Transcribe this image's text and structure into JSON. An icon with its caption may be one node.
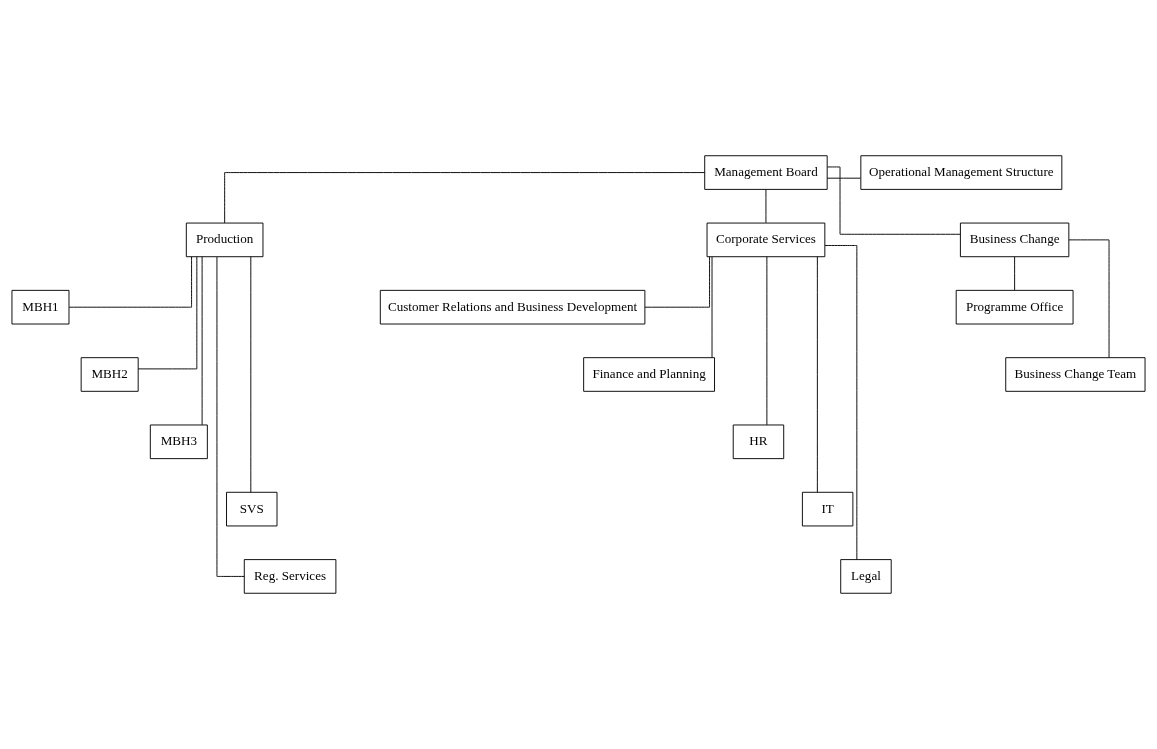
{
  "diagram": {
    "nodes": [
      {
        "text": [
          "Management Board"
        ]
      },
      {
        "text": [
          "Operational Management Structure"
        ]
      },
      {
        "text": [
          "Production"
        ]
      },
      {
        "text": [
          "Corporate Services"
        ]
      },
      {
        "text": [
          "Business Change"
        ]
      },
      {
        "text": [
          "MBH1"
        ]
      },
      {
        "text": [
          "MBH2"
        ]
      },
      {
        "text": [
          "MBH3"
        ]
      },
      {
        "text": [
          "SVS"
        ]
      },
      {
        "text": [
          "Reg. Services"
        ]
      },
      {
        "text": [
          "Customer Relations and Business Development"
        ]
      },
      {
        "text": [
          "Finance and Planning"
        ]
      },
      {
        "text": [
          "HR"
        ]
      },
      {
        "text": [
          "IT"
        ]
      },
      {
        "text": [
          "Legal"
        ]
      },
      {
        "text": [
          "Programme Office"
        ]
      },
      {
        "text": [
          "Business Change Team"
        ]
      }
    ],
    "edges": [
      {
        "from": 0,
        "to": 1,
        "arrow": "none"
      },
      {
        "from": 0,
        "to": 2,
        "arrow": "none"
      },
      {
        "from": 0,
        "to": 3,
        "arrow": "none"
      },
      {
        "from": 0,
        "to": 4,
        "arrow": "none"
      },
      {
        "from": 2,
        "to": 5,
        "arrow": "none"
      },
      {
        "from": 2,
        "to": 6,
        "arrow": "none"
      },
      {
        "from": 2,
        "to": 7,
        "arrow": "none"
      },
      {
        "from": 2,
        "to": 8,
        "arrow": "none"
      },
      {
        "from": 2,
        "to": 9,
        "arrow": "none"
      },
      {
        "from": 3,
        "to": 10,
        "arrow": "none"
      },
      {
        "from": 3,
        "to": 11,
        "arrow": "none"
      },
      {
        "from": 3,
        "to": 12,
        "arrow": "none"
      },
      {
        "from": 3,
        "to": 13,
        "arrow": "none"
      },
      {
        "from": 3,
        "to": 14,
        "arrow": "none"
      },
      {
        "from": 4,
        "to": 15,
        "arrow": "none"
      },
      {
        "from": 4,
        "to": 16,
        "arrow": "none"
      }
    ]
  }
}
